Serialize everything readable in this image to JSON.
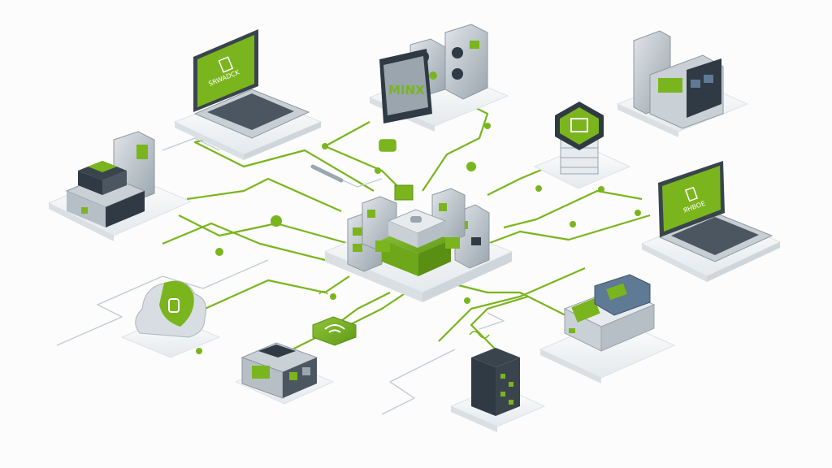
{
  "colors": {
    "accent": "#7ab51d",
    "accent_dark": "#5a8f13",
    "platform": "#eef1f3",
    "device_gray": "#b9c1c8",
    "device_dark": "#2f3a44",
    "line_gray": "#b8c4cc"
  },
  "labels": {
    "laptop_left_screen": "SRWADCK",
    "tablet_screen": "MINX",
    "laptop_right_screen": "ЯHBOE"
  },
  "icons": [
    "laptop-icon",
    "tablet-icon",
    "server-tower-icon",
    "hexagon-storage-icon",
    "workstation-icon",
    "laptop-icon",
    "datacenter-hub-icon",
    "cloud-icon",
    "router-icon",
    "rack-server-icon",
    "storage-unit-icon",
    "hardware-module-icon"
  ]
}
